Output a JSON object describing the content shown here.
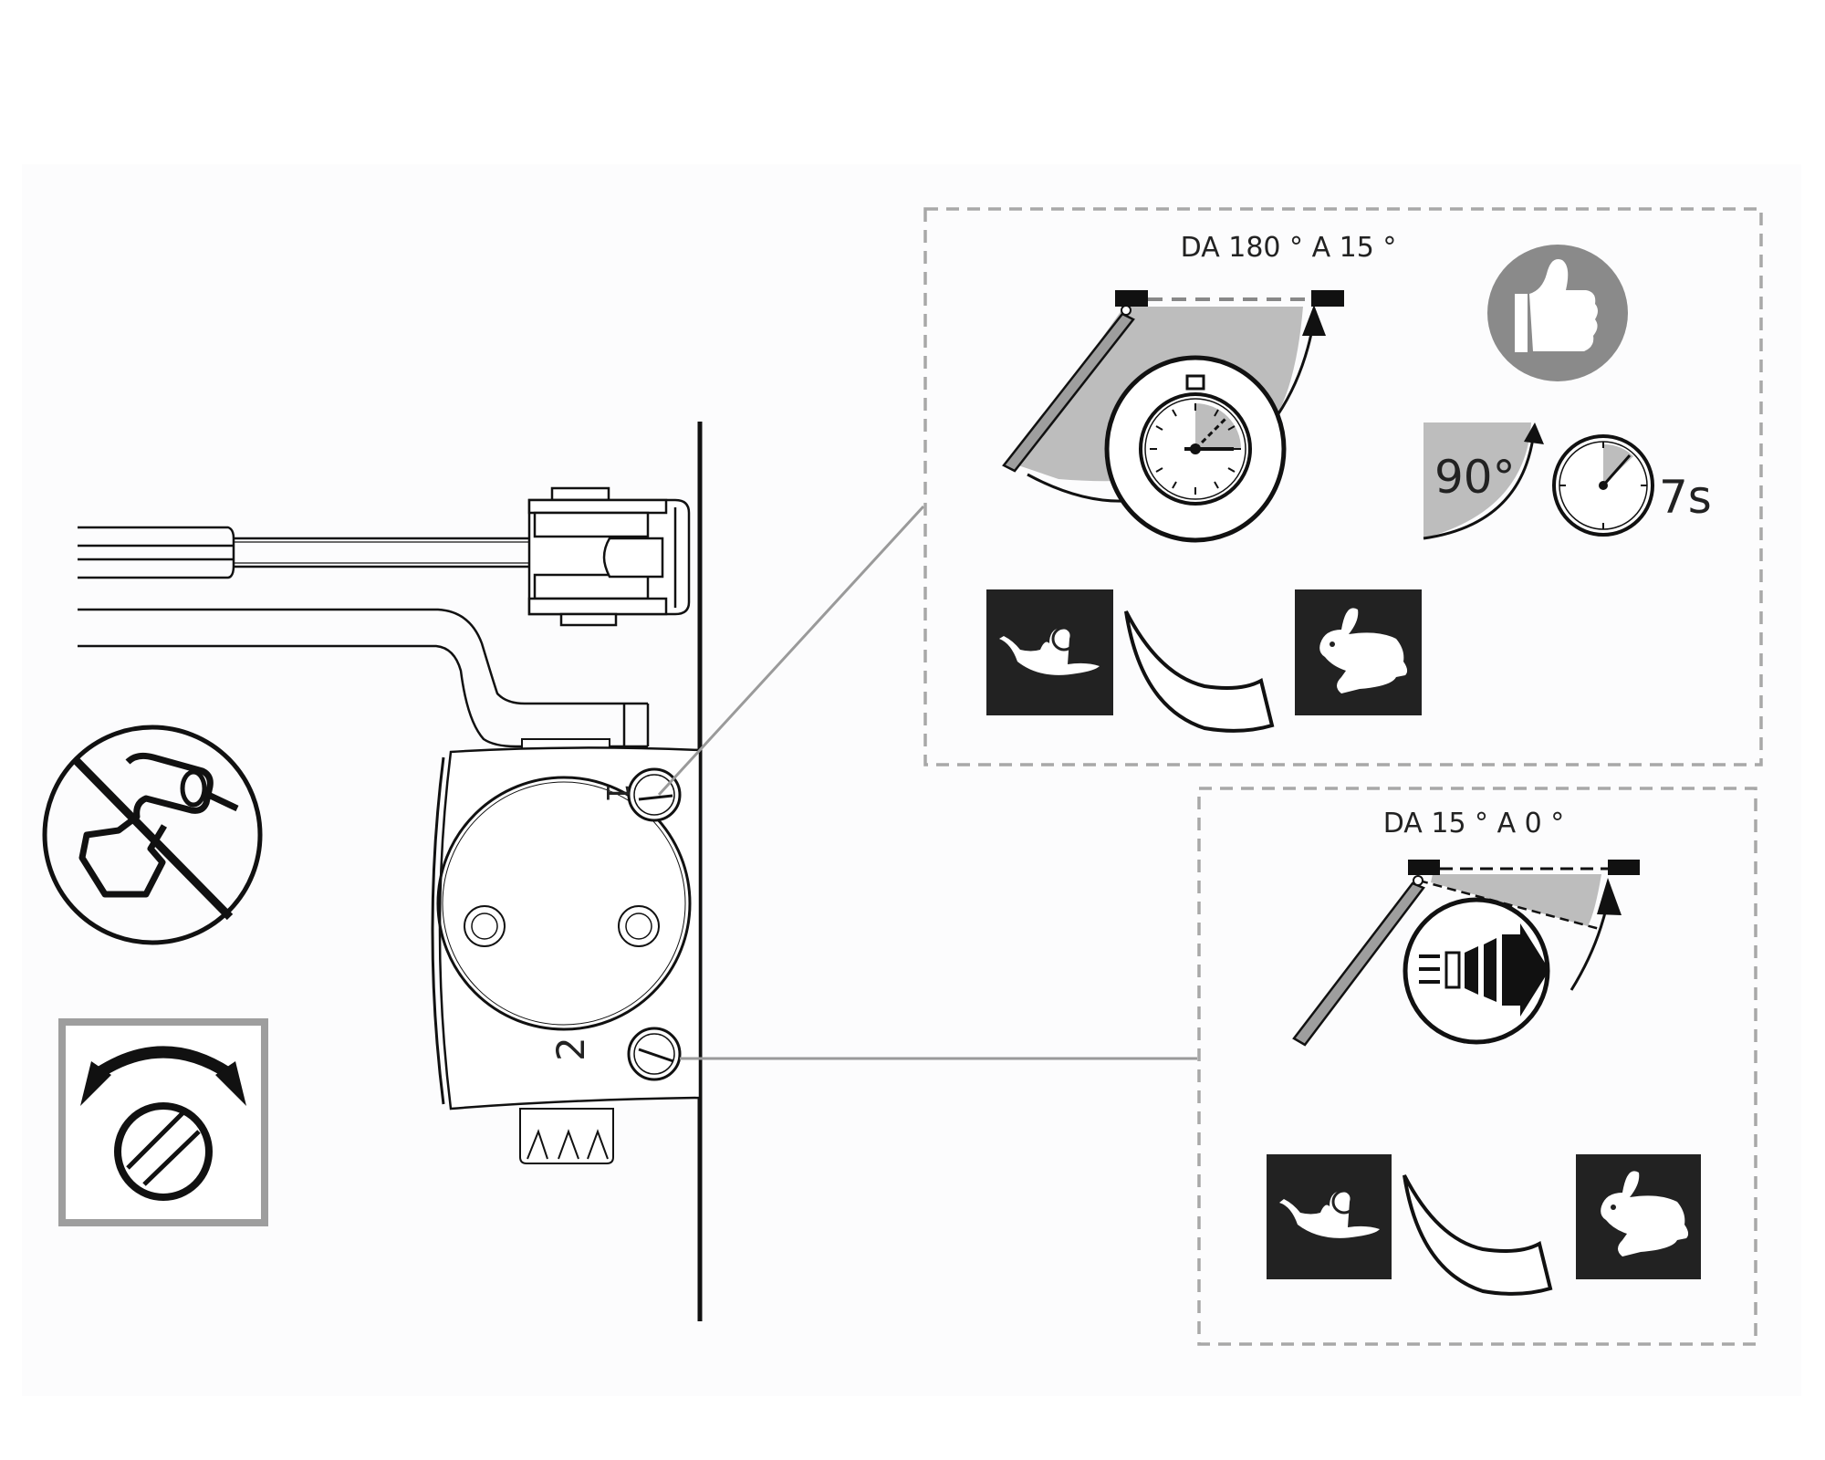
{
  "diagram": {
    "subject": "Door closer speed adjustment",
    "valve_labels": [
      "1",
      "2"
    ],
    "panels": [
      {
        "id": "valve-1",
        "title": "DA 180 ° A 15 °",
        "range_from_deg": 180,
        "range_to_deg": 15,
        "icons": [
          "door-sweep-icon",
          "stopwatch-icon",
          "thumbs-up-icon",
          "snail-icon",
          "speed-curve-icon",
          "rabbit-icon"
        ],
        "recommendation": {
          "angle_label": "90°",
          "time_label": "7s"
        },
        "speed_scale": {
          "slow": "snail",
          "fast": "rabbit"
        }
      },
      {
        "id": "valve-2",
        "title": "DA 15 ° A 0 °",
        "range_from_deg": 15,
        "range_to_deg": 0,
        "icons": [
          "door-latch-icon",
          "latch-push-icon",
          "snail-icon",
          "speed-curve-icon",
          "rabbit-icon"
        ],
        "speed_scale": {
          "slow": "snail",
          "fast": "rabbit"
        }
      }
    ],
    "warnings": [
      {
        "icon": "no-drill-icon",
        "meaning": "Do not use power drill"
      },
      {
        "icon": "screwdriver-adjust-icon",
        "meaning": "Adjust screw by turning left/right"
      }
    ],
    "colors": {
      "ink": "#111111",
      "shade": "#bdbdbd",
      "dash_border": "#a8a8a8",
      "thumb_circle": "#8a8a8a",
      "icon_tile": "#222222"
    }
  }
}
